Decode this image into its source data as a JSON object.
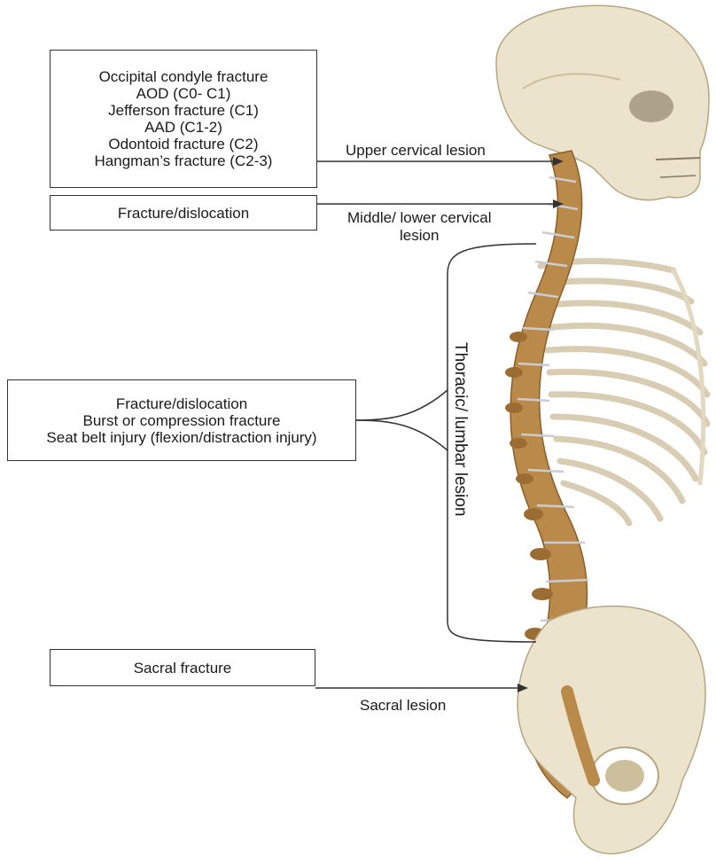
{
  "upper_cervical": {
    "box_lines": [
      "Occipital condyle fracture",
      "AOD (C0- C1)",
      "Jefferson fracture (C1)",
      "AAD (C1-2)",
      "Odontoid fracture (C2)",
      "Hangman’s fracture (C2-3)"
    ],
    "label": "Upper cervical lesion"
  },
  "middle_cervical": {
    "box_text": "Fracture/dislocation",
    "label_line1": "Middle/ lower cervical",
    "label_line2": "lesion"
  },
  "thoracic_lumbar": {
    "box_lines": [
      "Fracture/dislocation",
      "Burst or compression fracture",
      "Seat belt injury (flexion/distraction injury)"
    ],
    "label": "Thoracic/ lumbar lesion"
  },
  "sacral": {
    "box_text": "Sacral fracture",
    "label": "Sacral lesion"
  },
  "colors": {
    "bone": "#ece3cc",
    "bone_shade": "#cdbf9c",
    "vertebra": "#b98a4a",
    "vertebra_dark": "#8a5f2a",
    "disc": "#c9ccd2",
    "line": "#333333"
  }
}
